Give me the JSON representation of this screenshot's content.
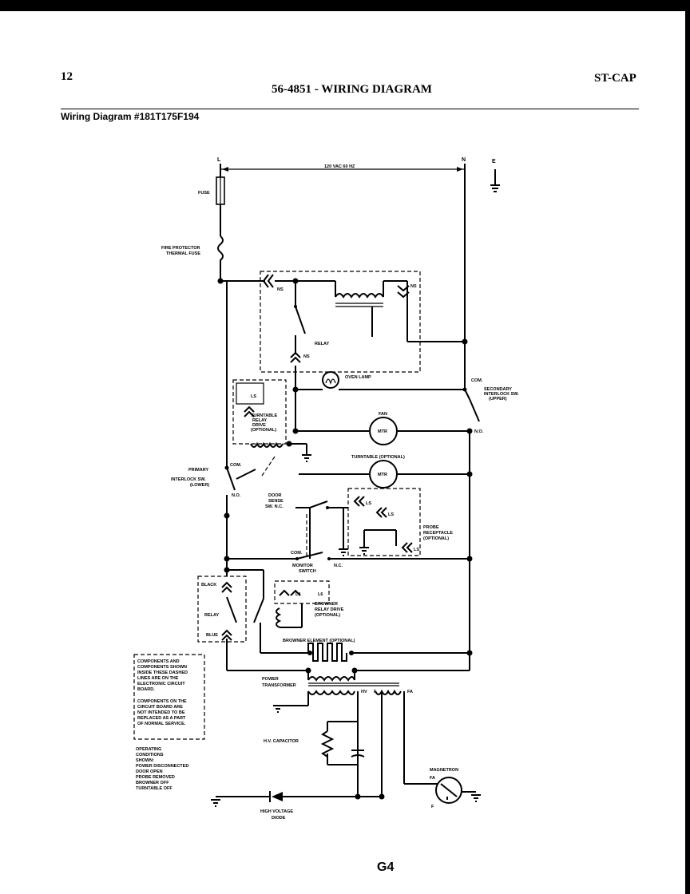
{
  "header": {
    "page_number": "12",
    "title": "56-4851 - WIRING DIAGRAM",
    "code": "ST-CAP",
    "subtitle": "Wiring Diagram #181T175F194"
  },
  "footer": {
    "page_label": "G4"
  },
  "diagram": {
    "line_l": "L",
    "line_n": "N",
    "line_e": "E",
    "supply": "120 VAC 60 HZ",
    "fuse": "FUSE",
    "fire_protector_1": "FIRE PROTECTOR",
    "fire_protector_2": "THERMAL FUSE",
    "ns_top": "NS",
    "ns_relay": "NS",
    "ns_right": "NS",
    "relay": "RELAY",
    "oven_lamp": "OVEN LAMP",
    "com_secondary": "COM.",
    "secondary_1": "SECONDARY",
    "secondary_2": "INTERLOCK SW.",
    "secondary_3": "(UPPER)",
    "no_secondary": "N.O.",
    "ls": "LS",
    "tt_relay_1": "TURNTABLE",
    "tt_relay_2": "RELAY",
    "tt_relay_3": "DRIVE",
    "tt_relay_4": "(OPTIONAL)",
    "fan": "FAN",
    "mtr_fan": "MTR",
    "turntable": "TURNTABLE (OPTIONAL)",
    "mtr_tt": "MTR",
    "com_primary": "COM.",
    "primary_1": "PRIMARY",
    "primary_2": "INTERLOCK SW.",
    "primary_3": "(LOWER)",
    "no_primary": "N.O.",
    "door_1": "DOOR",
    "door_2": "SENSE",
    "door_3": "SW. N.C.",
    "ls_probe1": "LS",
    "ls_probe2": "LS",
    "ls_probe3": "LS",
    "probe_1": "PROBE",
    "probe_2": "RECEPTACLE",
    "probe_3": "(OPTIONAL)",
    "com_monitor": "COM.",
    "monitor_1": "MONITOR",
    "monitor_2": "SWITCH",
    "nc_monitor": "N.C.",
    "black": "BLACK",
    "relay_lower": "RELAY",
    "blue": "BLUE",
    "ls_b1": "L4",
    "ls_b2": "L6",
    "browner_1": "BROWNER",
    "browner_2": "RELAY DRIVE",
    "browner_3": "(OPTIONAL)",
    "browner_element": "BROWNER ELEMENT (OPTIONAL)",
    "power_1": "POWER",
    "power_2": "TRANSFORMER",
    "hv": "HV",
    "f_tap": "F",
    "fa_tap": "FA",
    "hv_capacitor": "H.V. CAPACITOR",
    "magnetron": "MAGNETRON",
    "fa_mag": "FA",
    "f_mag": "F",
    "diode_1": "HIGH VOLTAGE",
    "diode_2": "DIODE"
  },
  "notes": {
    "box": [
      "COMPONENTS AND",
      "COMPONENTS SHOWN",
      "INSIDE THESE DASHED",
      "LINES ARE ON THE",
      "ELECTRONIC CIRCUIT",
      "BOARD.",
      "",
      "COMPONENTS ON THE",
      "CIRCUIT BOARD ARE",
      "NOT INTENDED TO BE",
      "REPLACED AS A PART",
      "OF NORMAL SERVICE."
    ],
    "conditions": [
      "OPERATING",
      "CONDITIONS",
      "SHOWN:",
      "POWER DISCONNECTED",
      "DOOR OPEN",
      "PROBE REMOVED",
      "BROWNER OFF",
      "TURNTABLE OFF"
    ]
  }
}
